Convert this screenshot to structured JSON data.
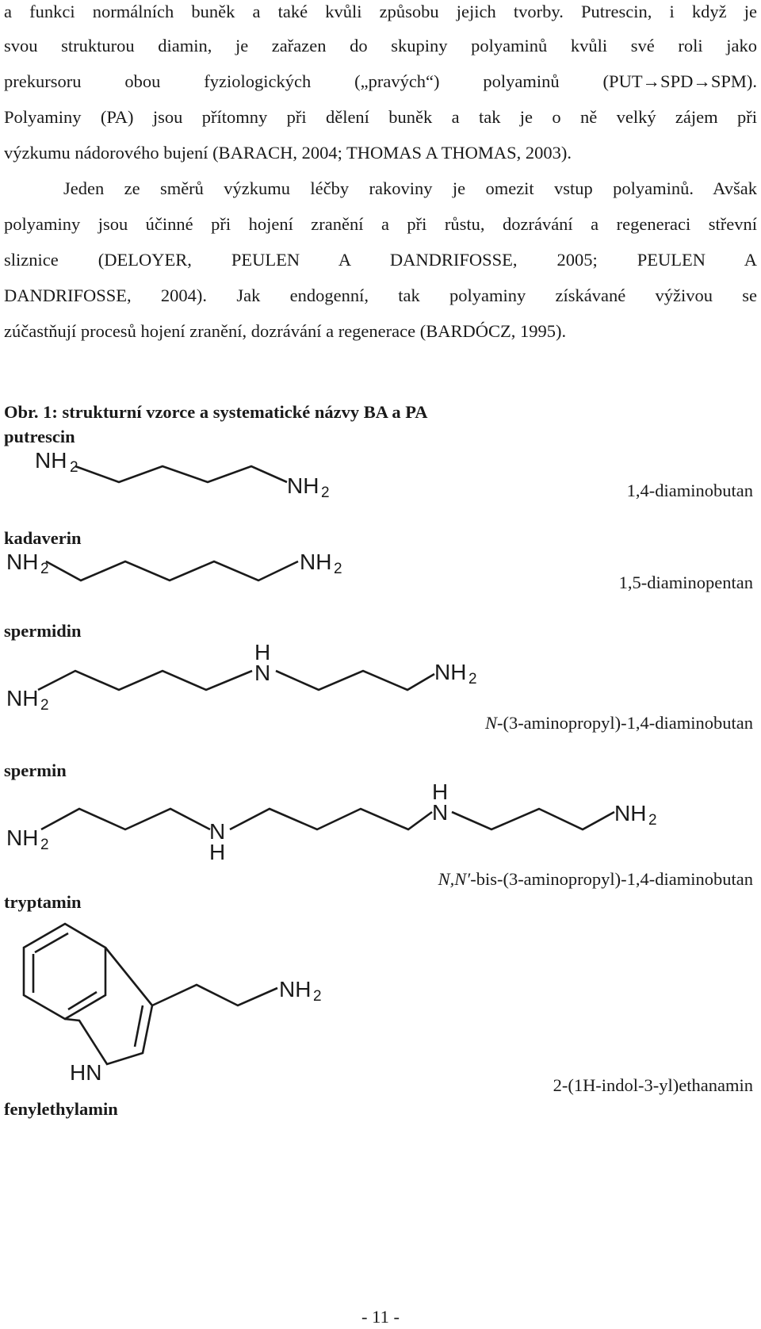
{
  "paragraph": {
    "lines": [
      "a funkci normálních buněk a také kvůli způsobu jejich tvorby. Putrescin, i když je",
      "svou strukturou diamin, je zařazen do skupiny polyaminů kvůli své roli jako",
      "prekursoru obou fyziologických („pravých“) polyaminů (PUT→SPD→SPM).",
      "Polyaminy (PA) jsou přítomny při dělení buněk a tak je o ně velký zájem při",
      "výzkumu nádorového bujení (BARACH, 2004; THOMAS A THOMAS, 2003).",
      "Jeden ze směrů výzkumu léčby rakoviny je omezit vstup polyaminů. Avšak",
      "polyaminy jsou účinné při hojení zranění a při růstu, dozrávání a regeneraci střevní",
      "sliznice (DELOYER, PEULEN A DANDRIFOSSE, 2005; PEULEN A",
      "DANDRIFOSSE, 2004). Jak endogenní, tak polyaminy získávané výživou se",
      "zúčastňují procesů hojení zranění, dozrávání a regenerace (BARDÓCZ, 1995)."
    ]
  },
  "figure": {
    "caption": "Obr. 1: strukturní vzorce a systematické názvy BA a PA",
    "atom_labels": {
      "nh": "NH",
      "sub2": "2",
      "n": "N",
      "h": "H",
      "hn": "HN"
    },
    "compounds": [
      {
        "name": "putrescin",
        "systematic": "1,4-diaminobutan"
      },
      {
        "name": "kadaverin",
        "systematic": "1,5-diaminopentan"
      },
      {
        "name": "spermidin",
        "systematic_italic": "N",
        "systematic": "-(3-aminopropyl)-1,4-diaminobutan"
      },
      {
        "name": "spermin",
        "systematic_italic": "N,N′",
        "systematic": "-bis-(3-aminopropyl)-1,4-diaminobutan"
      },
      {
        "name": "tryptamin",
        "systematic": "2-(1H-indol-3-yl)ethanamin"
      },
      {
        "name": "fenylethylamin"
      }
    ]
  },
  "footer": {
    "page_number": "- 11 -"
  }
}
